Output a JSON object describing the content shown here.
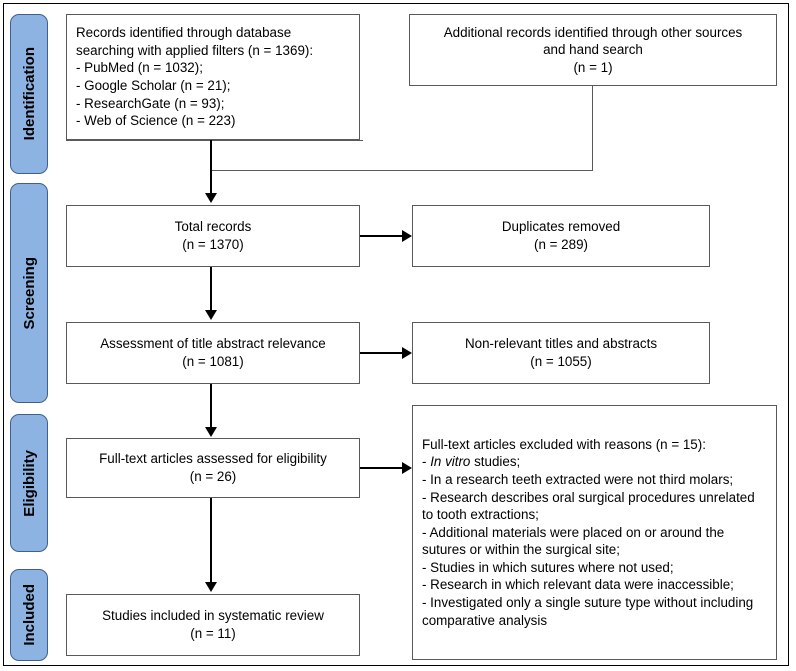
{
  "diagram": {
    "type": "prisma-flow-diagram",
    "accent_color": "#8db3e2",
    "accent_border_color": "#3f5f8f",
    "box_border_color": "#5a5a5a",
    "connector_color": "#000000"
  },
  "stages": [
    {
      "id": "identification",
      "label": "Identification"
    },
    {
      "id": "screening",
      "label": "Screening"
    },
    {
      "id": "eligibility",
      "label": "Eligibility"
    },
    {
      "id": "included",
      "label": "Included"
    }
  ],
  "boxes": {
    "database_search": {
      "lines": [
        "Records identified through database",
        "searching with applied filters (n = 1369):",
        "- PubMed (n = 1032);",
        "- Google Scholar (n = 21);",
        "- ResearchGate (n = 93);",
        "- Web of Science (n = 223)"
      ]
    },
    "other_sources": {
      "lines": [
        "Additional records identified through other sources",
        "and hand search",
        "(n = 1)"
      ]
    },
    "total_records": {
      "lines": [
        "Total records",
        "(n = 1370)"
      ]
    },
    "duplicates_removed": {
      "lines": [
        "Duplicates removed",
        "(n = 289)"
      ]
    },
    "title_abstract_assessment": {
      "lines": [
        "Assessment of title abstract relevance",
        "(n = 1081)"
      ]
    },
    "non_relevant": {
      "lines": [
        "Non-relevant titles and abstracts",
        "(n = 1055)"
      ]
    },
    "fulltext_assessed": {
      "lines": [
        "Full-text articles assessed for eligibility",
        "(n = 26)"
      ]
    },
    "fulltext_excluded": {
      "heading": "Full-text articles excluded with reasons (n = 15):",
      "reason_1_pre": "- ",
      "reason_1_italic": "In vitro",
      "reason_1_post": " studies;",
      "reasons": [
        "- In a research teeth extracted were not third molars;",
        "- Research describes oral surgical procedures unrelated to tooth extractions;",
        "- Additional materials were placed on or around the sutures or within the surgical site;",
        "- Studies in which sutures where not used;",
        "- Research in which relevant data were inaccessible;",
        "- Investigated only a single suture type without including comparative analysis"
      ]
    },
    "included_studies": {
      "lines": [
        "Studies included in systematic review",
        "(n = 11)"
      ]
    }
  }
}
